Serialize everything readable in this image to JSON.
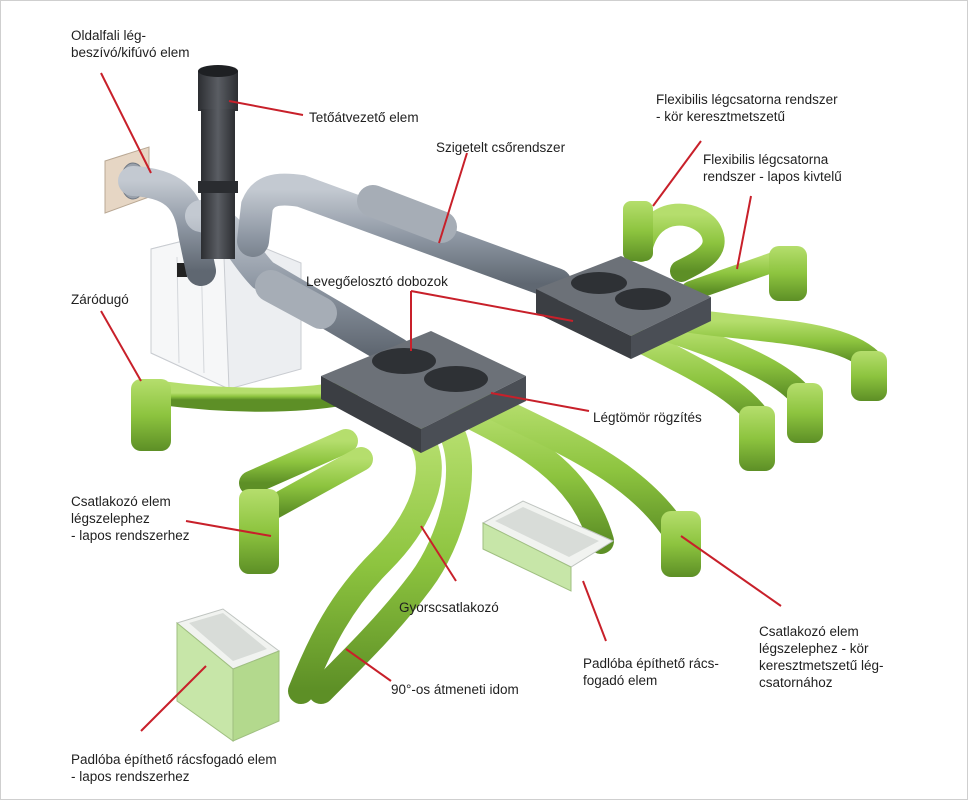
{
  "labels": {
    "side_wall_element": "Oldalfali lég-\nbeszívó/kifúvó elem",
    "roof_pass_element": "Tetőátvezető elem",
    "insulated_pipe_system": "Szigetelt csőrendszer",
    "flexible_round_duct": "Flexibilis légcsatorna rendszer\n- kör keresztmetszetű",
    "flexible_flat_duct": "Flexibilis légcsatorna\nrendszer - lapos kivtelű",
    "air_distribution_boxes": "Levegőelosztó dobozok",
    "end_plug": "Záródugó",
    "seal_fixing": "Légtömör rögzítés",
    "connector_flat": "Csatlakozó elem\nlégszelephez\n- lapos rendszerhez",
    "quick_connector": "Gyorscsatlakozó",
    "connector_round": "Csatlakozó elem\nlégszelephez - kör\nkeresztmetszetű lég-\ncsatornához",
    "floor_grille_element": "Padlóba építhető rács-\nfogadó elem",
    "elbow_90": "90°-os átmeneti idom",
    "floor_grille_flat": "Padlóba építhető rácsfogadó elem\n- lapos rendszerhez"
  },
  "colors": {
    "leader_line": "#c8202a",
    "flex_duct": "#8dc43f",
    "flex_duct_dark": "#5d8f26",
    "insulated_pipe": "#8e97a3",
    "distribution_box": "#4a4e55",
    "chimney": "#3d3f44",
    "unit_body": "#eceef1"
  }
}
